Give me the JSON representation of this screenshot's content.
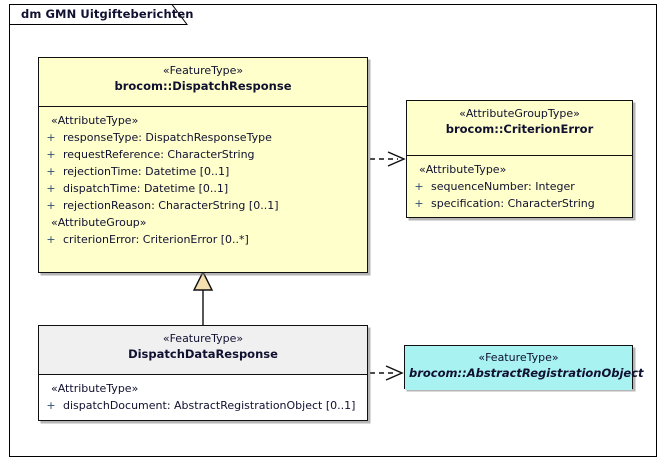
{
  "diagram": {
    "title": "dm GMN Uitgifteberichten",
    "frame_border_color": "#000000",
    "background": "#ffffff"
  },
  "classes": {
    "dispatch_response": {
      "stereotype": "«FeatureType»",
      "name": "brocom::DispatchResponse",
      "fill": "#ffffcc",
      "compartments": [
        {
          "label": "«AttributeType»",
          "attributes": [
            {
              "visibility": "+",
              "text": "responseType: DispatchResponseType"
            },
            {
              "visibility": "+",
              "text": "requestReference: CharacterString"
            },
            {
              "visibility": "+",
              "text": "rejectionTime: Datetime [0..1]"
            },
            {
              "visibility": "+",
              "text": "dispatchTime: Datetime [0..1]"
            },
            {
              "visibility": "+",
              "text": "rejectionReason: CharacterString [0..1]"
            }
          ]
        },
        {
          "label": "«AttributeGroup»",
          "attributes": [
            {
              "visibility": "+",
              "text": "criterionError: CriterionError [0..*]"
            }
          ]
        }
      ]
    },
    "criterion_error": {
      "stereotype": "«AttributeGroupType»",
      "name": "brocom::CriterionError",
      "fill": "#ffffcc",
      "compartments": [
        {
          "label": "«AttributeType»",
          "attributes": [
            {
              "visibility": "+",
              "text": "sequenceNumber: Integer"
            },
            {
              "visibility": "+",
              "text": "specification: CharacterString"
            }
          ]
        }
      ]
    },
    "dispatch_data_response": {
      "stereotype": "«FeatureType»",
      "name": "DispatchDataResponse",
      "fill": "#ffffff",
      "header_fill": "#f0f0f0",
      "compartments": [
        {
          "label": "«AttributeType»",
          "attributes": [
            {
              "visibility": "+",
              "text": "dispatchDocument: AbstractRegistrationObject [0..1]"
            }
          ]
        }
      ]
    },
    "abstract_registration_object": {
      "stereotype": "«FeatureType»",
      "name": "brocom::AbstractRegistrationObject",
      "fill": "#a8f2f2",
      "abstract": true
    }
  },
  "connectors": [
    {
      "name": "dependency-dispatchresponse-to-criterionerror",
      "type": "dependency",
      "style": "dashed-open-arrow",
      "from": "brocom::DispatchResponse",
      "to": "brocom::CriterionError"
    },
    {
      "name": "generalization-dispatchdataresponse-to-dispatchresponse",
      "type": "generalization",
      "style": "solid-hollow-triangle",
      "from": "DispatchDataResponse",
      "to": "brocom::DispatchResponse"
    },
    {
      "name": "dependency-dispatchdataresponse-to-abstractregistrationobject",
      "type": "dependency",
      "style": "dashed-open-arrow",
      "from": "DispatchDataResponse",
      "to": "brocom::AbstractRegistrationObject"
    }
  ]
}
